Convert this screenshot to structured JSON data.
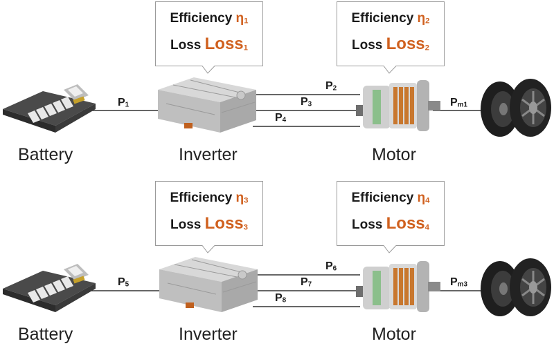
{
  "colors": {
    "accent": "#d0601e",
    "text": "#1a1a1a",
    "wire": "#333333",
    "callout_border": "#9a9a9a"
  },
  "rows": [
    {
      "inverter_box": {
        "eff_label": "Efficiency",
        "eff_symbol": "η",
        "eff_sub": "1",
        "loss_label": "Loss",
        "loss_symbol": "Loss",
        "loss_sub": "1"
      },
      "motor_box": {
        "eff_label": "Efficiency",
        "eff_symbol": "η",
        "eff_sub": "2",
        "loss_label": "Loss",
        "loss_symbol": "Loss",
        "loss_sub": "2"
      },
      "battery_label": "Battery",
      "inverter_label": "Inverter",
      "motor_label": "Motor",
      "p_batt": {
        "base": "P",
        "sub": "1"
      },
      "p_top": {
        "base": "P",
        "sub": "2"
      },
      "p_mid": {
        "base": "P",
        "sub": "3"
      },
      "p_bot": {
        "base": "P",
        "sub": "4"
      },
      "p_out": {
        "base": "P",
        "sub": "m1"
      },
      "icons": {
        "battery": "battery-pack-icon",
        "inverter": "inverter-unit-icon",
        "motor": "electric-motor-icon",
        "wheels": "tire-pair-icon"
      }
    },
    {
      "inverter_box": {
        "eff_label": "Efficiency",
        "eff_symbol": "η",
        "eff_sub": "3",
        "loss_label": "Loss",
        "loss_symbol": "Loss",
        "loss_sub": "3"
      },
      "motor_box": {
        "eff_label": "Efficiency",
        "eff_symbol": "η",
        "eff_sub": "4",
        "loss_label": "Loss",
        "loss_symbol": "Loss",
        "loss_sub": "4"
      },
      "battery_label": "Battery",
      "inverter_label": "Inverter",
      "motor_label": "Motor",
      "p_batt": {
        "base": "P",
        "sub": "5"
      },
      "p_top": {
        "base": "P",
        "sub": "6"
      },
      "p_mid": {
        "base": "P",
        "sub": "7"
      },
      "p_bot": {
        "base": "P",
        "sub": "8"
      },
      "p_out": {
        "base": "P",
        "sub": "m3"
      },
      "icons": {
        "battery": "battery-pack-icon",
        "inverter": "inverter-unit-icon",
        "motor": "electric-motor-icon",
        "wheels": "tire-pair-icon"
      }
    }
  ]
}
